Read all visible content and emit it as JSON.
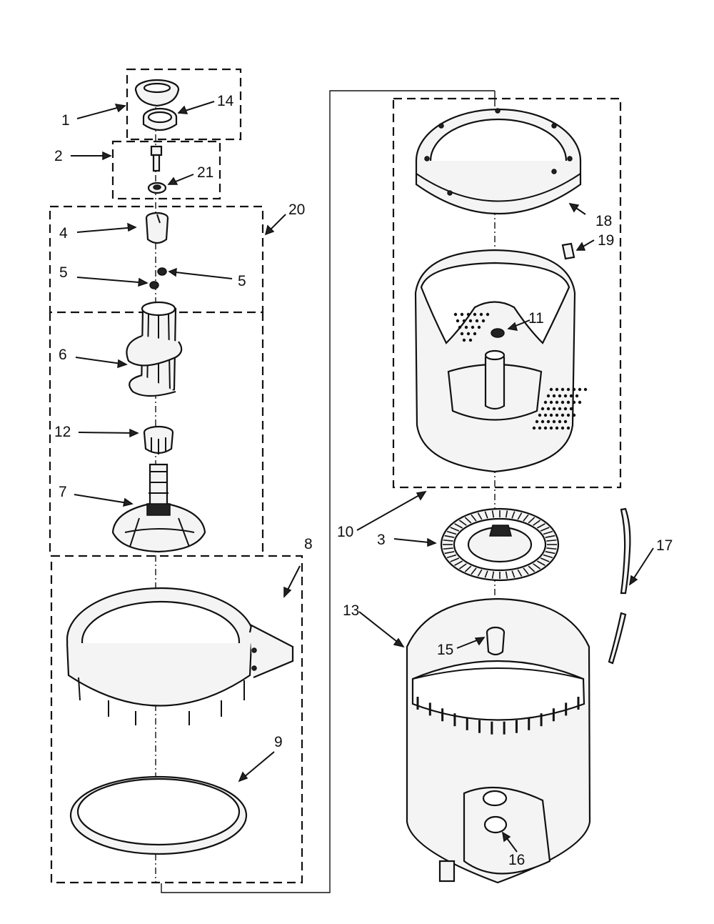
{
  "callouts": [
    {
      "id": "c1",
      "text": "1"
    },
    {
      "id": "c14",
      "text": "14"
    },
    {
      "id": "c2",
      "text": "2"
    },
    {
      "id": "c21",
      "text": "21"
    },
    {
      "id": "c20",
      "text": "20"
    },
    {
      "id": "c4",
      "text": "4"
    },
    {
      "id": "c5a",
      "text": "5"
    },
    {
      "id": "c5b",
      "text": "5"
    },
    {
      "id": "c6",
      "text": "6"
    },
    {
      "id": "c12",
      "text": "12"
    },
    {
      "id": "c7",
      "text": "7"
    },
    {
      "id": "c8",
      "text": "8"
    },
    {
      "id": "c9",
      "text": "9"
    },
    {
      "id": "c18",
      "text": "18"
    },
    {
      "id": "c19",
      "text": "19"
    },
    {
      "id": "c11",
      "text": "11"
    },
    {
      "id": "c10",
      "text": "10"
    },
    {
      "id": "c3",
      "text": "3"
    },
    {
      "id": "c17",
      "text": "17"
    },
    {
      "id": "c13",
      "text": "13"
    },
    {
      "id": "c15",
      "text": "15"
    },
    {
      "id": "c16",
      "text": "16"
    }
  ]
}
